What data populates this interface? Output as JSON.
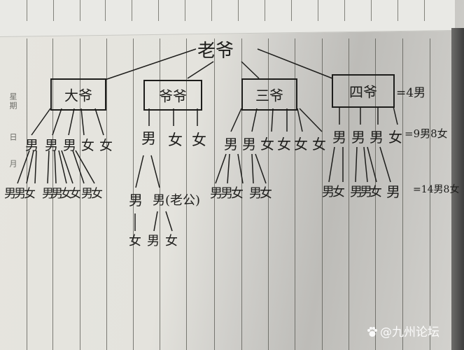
{
  "photo": {
    "subject": "handwritten family tree in a ruled notebook",
    "margin_labels": [
      "星期",
      "日",
      "月"
    ],
    "root": "老爷",
    "generation_1": [
      {
        "label": "大爷",
        "children": [
          "男",
          "男",
          "男",
          "女",
          "女"
        ]
      },
      {
        "label": "爷爷",
        "children": [
          "男",
          "女",
          "女"
        ]
      },
      {
        "label": "三爷",
        "children": [
          "男",
          "男",
          "女",
          "女",
          "女",
          "女"
        ]
      },
      {
        "label": "四爷",
        "children": [
          "男",
          "男",
          "男",
          "女"
        ],
        "annotation": "=4男"
      }
    ],
    "generation_2_annotation": "=9男8女",
    "generation_3": {
      "dadaye": [
        "男男女",
        "男男女女",
        "男女"
      ],
      "yeye": [
        "男",
        "男(老公)"
      ],
      "sanye": [
        "男男女",
        "男女"
      ],
      "siye": [
        "男女",
        "男男女",
        "男"
      ]
    },
    "generation_3_annotation": "=14男8女",
    "generation_4": {
      "yeye_branch": [
        "女",
        "男",
        "女"
      ]
    },
    "watermark": "@九州论坛"
  }
}
